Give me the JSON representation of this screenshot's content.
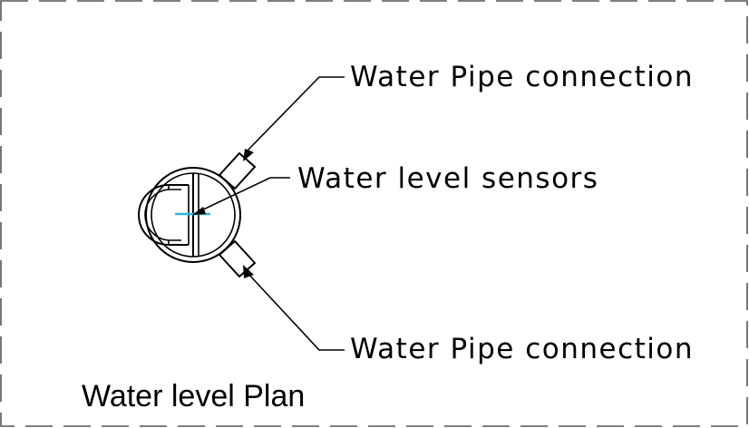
{
  "drawing": {
    "title": "Water level Plan",
    "callouts": {
      "pipe_top": "Water Pipe connection",
      "sensors": "Water level sensors",
      "pipe_bottom": "Water Pipe connection"
    }
  },
  "colors": {
    "background": "#ffffff",
    "linework": "#000000",
    "border": "#555555",
    "sensor": "#2bb7d9"
  }
}
